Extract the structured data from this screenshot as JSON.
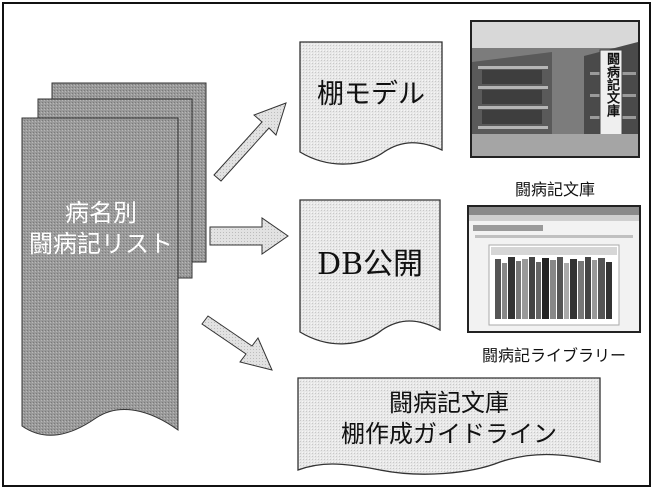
{
  "source_doc": {
    "title_line1": "病名別",
    "title_line2": "闘病記リスト"
  },
  "outputs": {
    "shelf_model": "棚モデル",
    "db_publish": "DB公開",
    "guideline_line1": "闘病記文庫",
    "guideline_line2": "棚作成ガイドライン"
  },
  "captions": {
    "library_photo": "闘病記文庫",
    "website_screenshot": "闘病記ライブラリー"
  },
  "photo_signage": "闘病記文庫",
  "colors": {
    "doc_fill": "#9a9a9a",
    "doc_fill_back": "#a8a8a8",
    "output_fill": "#e6e6e6",
    "arrow_fill": "#dedede",
    "border": "#222222"
  },
  "icons": [
    "arrow-right-icon"
  ]
}
